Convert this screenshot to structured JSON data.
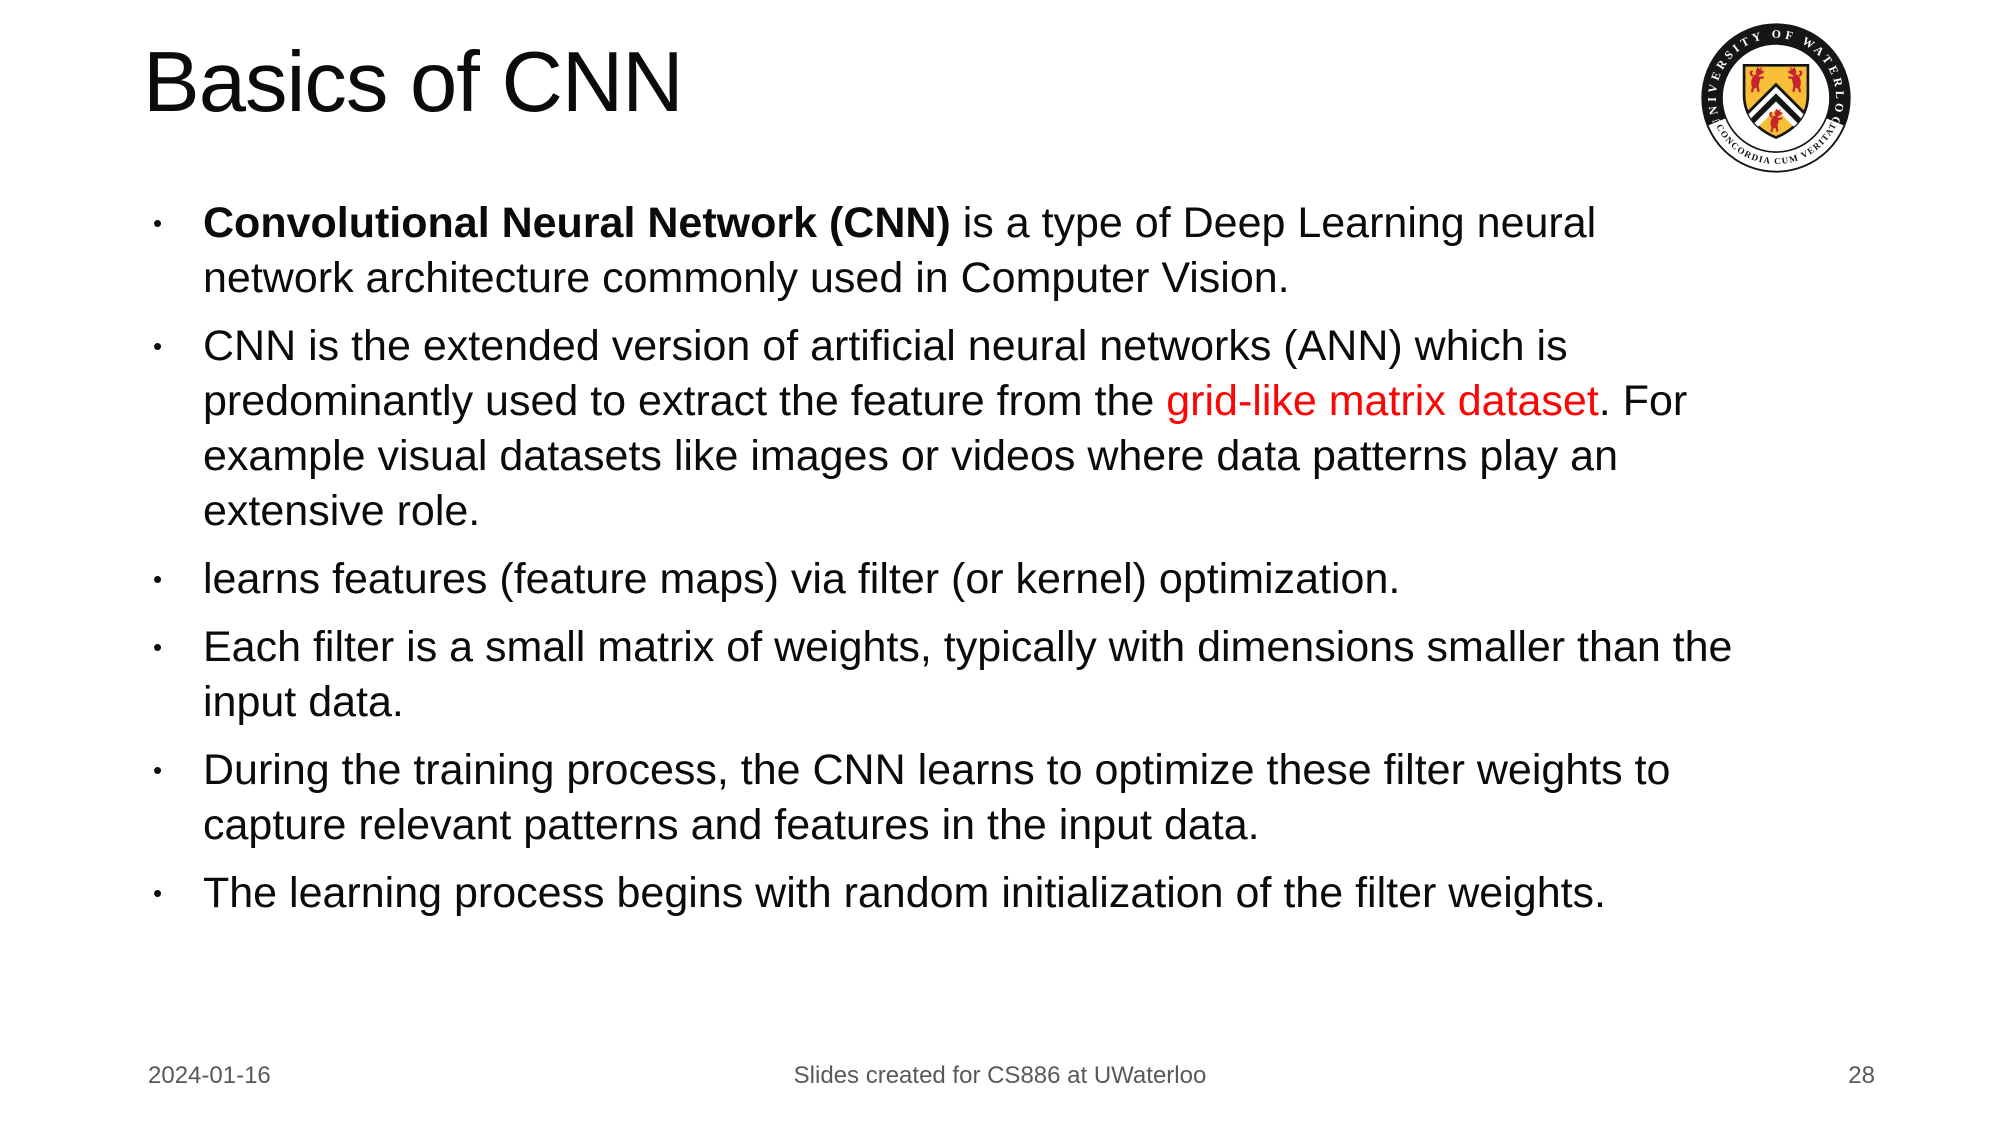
{
  "slide": {
    "title": "Basics of CNN",
    "bullet_marker": "•",
    "bullets": [
      {
        "segments": [
          {
            "text": "Convolutional Neural Network (CNN)",
            "style": "bold"
          },
          {
            "text": " is a type of Deep Learning neural network architecture commonly used in Computer Vision.",
            "style": "normal"
          }
        ]
      },
      {
        "segments": [
          {
            "text": "CNN is the extended version of artificial neural networks (ANN) which is predominantly used to extract the feature from the ",
            "style": "normal"
          },
          {
            "text": "grid-like matrix dataset",
            "style": "red"
          },
          {
            "text": ". For example visual datasets like images or videos where data patterns play an extensive role.",
            "style": "normal"
          }
        ]
      },
      {
        "segments": [
          {
            "text": "learns features (feature maps) via filter (or kernel) optimization.",
            "style": "normal"
          }
        ]
      },
      {
        "segments": [
          {
            "text": "Each filter is a small matrix of weights, typically with dimensions smaller than the input data.",
            "style": "normal"
          }
        ]
      },
      {
        "segments": [
          {
            "text": "During the training process, the CNN learns to optimize these filter weights to capture relevant patterns and features in the input data.",
            "style": "normal"
          }
        ]
      },
      {
        "segments": [
          {
            "text": "The learning process begins with random initialization of the filter weights.",
            "style": "normal"
          }
        ]
      }
    ],
    "footer": {
      "date": "2024-01-16",
      "center": "Slides created for CS886 at UWaterloo",
      "page_number": "28"
    }
  },
  "logo": {
    "top_text": "UNIVERSITY OF WATERLOO",
    "motto_text": "CONCORDIA CUM VERITATE",
    "colors": {
      "ring_black": "#161616",
      "shield_gold": "#F7BE38",
      "lion_red": "#C8242E"
    }
  },
  "colors": {
    "text_black": "#0B0B0B",
    "accent_red": "#FB0505",
    "footer_gray": "#595959",
    "background": "#FFFFFF"
  }
}
